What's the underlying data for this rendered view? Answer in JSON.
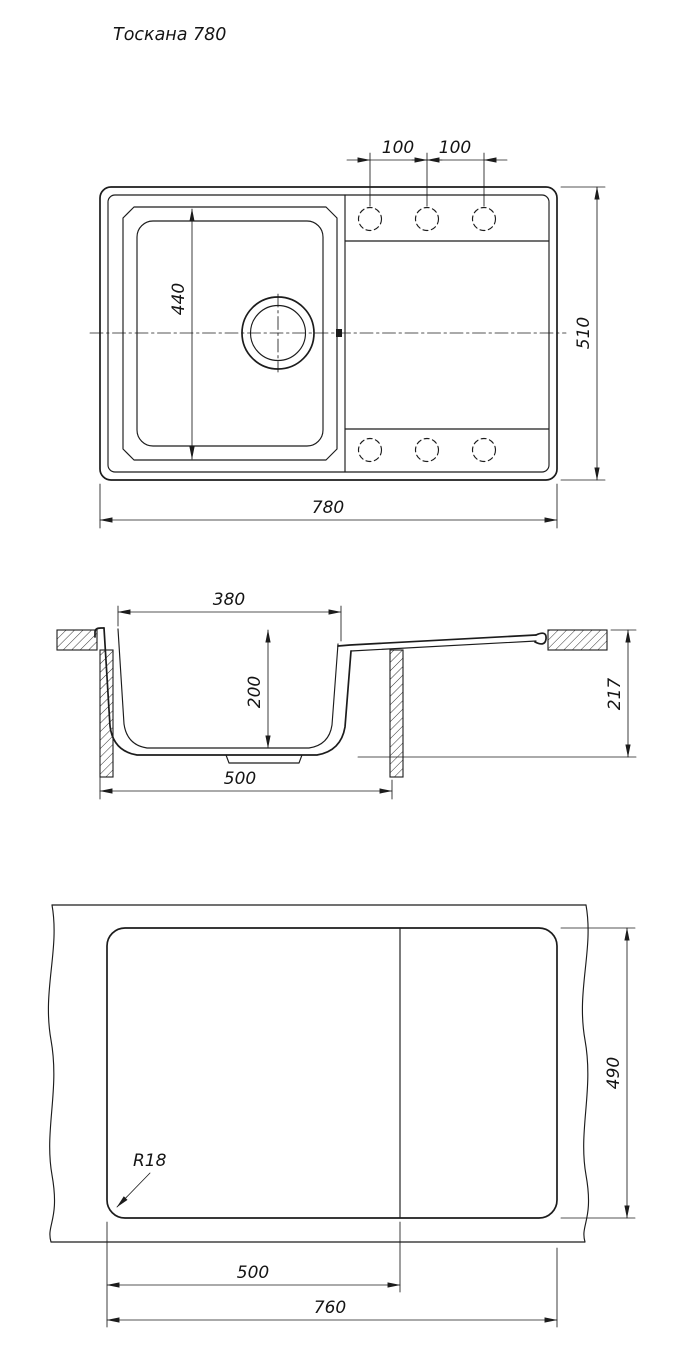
{
  "title": "Тоскана 780",
  "colors": {
    "line": "#1c1c1c",
    "background": "#ffffff"
  },
  "views": {
    "top": {
      "dims": {
        "hole_pitch_left": "100",
        "hole_pitch_right": "100",
        "overall_depth": "510",
        "bowl_length": "440",
        "overall_width": "780"
      }
    },
    "section": {
      "dims": {
        "bowl_top_width": "380",
        "bowl_depth": "200",
        "overall_height": "217",
        "bowl_bottom_width": "500"
      }
    },
    "cutout": {
      "dims": {
        "cutout_depth": "490",
        "bowl_cutout_width": "500",
        "cutout_width": "760",
        "corner_radius": "R18"
      }
    }
  }
}
